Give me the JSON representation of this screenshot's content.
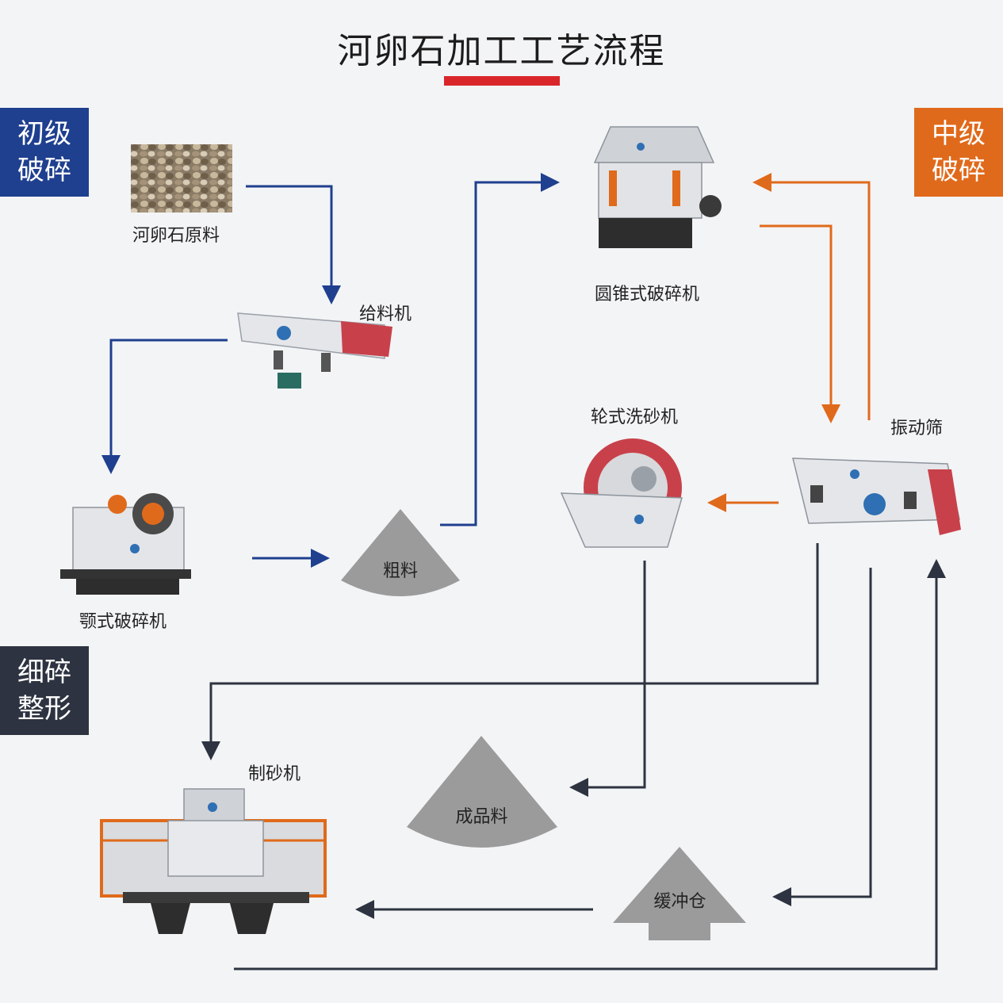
{
  "title": "河卵石加工工艺流程",
  "colors": {
    "accent_red": "#d9262b",
    "primary_blue": "#1f3f8f",
    "mid_orange": "#e06a1b",
    "fine_dark": "#2d3340",
    "pile_gray": "#9b9b9b"
  },
  "stages": {
    "primary": {
      "line1": "初级",
      "line2": "破碎"
    },
    "secondary": {
      "line1": "中级",
      "line2": "破碎"
    },
    "fine": {
      "line1": "细碎",
      "line2": "整形"
    }
  },
  "equipment": {
    "raw": {
      "label": "河卵石原料",
      "icon": "pebble-photo"
    },
    "feeder": {
      "label": "给料机",
      "icon": "vibrating-feeder-icon"
    },
    "jaw": {
      "label": "颚式破碎机",
      "icon": "jaw-crusher-icon"
    },
    "cone": {
      "label": "圆锥式破碎机",
      "icon": "cone-crusher-icon"
    },
    "screen": {
      "label": "振动筛",
      "icon": "vibrating-screen-icon"
    },
    "washer": {
      "label": "轮式洗砂机",
      "icon": "wheel-sand-washer-icon"
    },
    "sand_maker": {
      "label": "制砂机",
      "icon": "sand-making-machine-icon"
    }
  },
  "piles": {
    "coarse": "粗料",
    "finished": "成品料",
    "buffer": "缓冲仓"
  }
}
